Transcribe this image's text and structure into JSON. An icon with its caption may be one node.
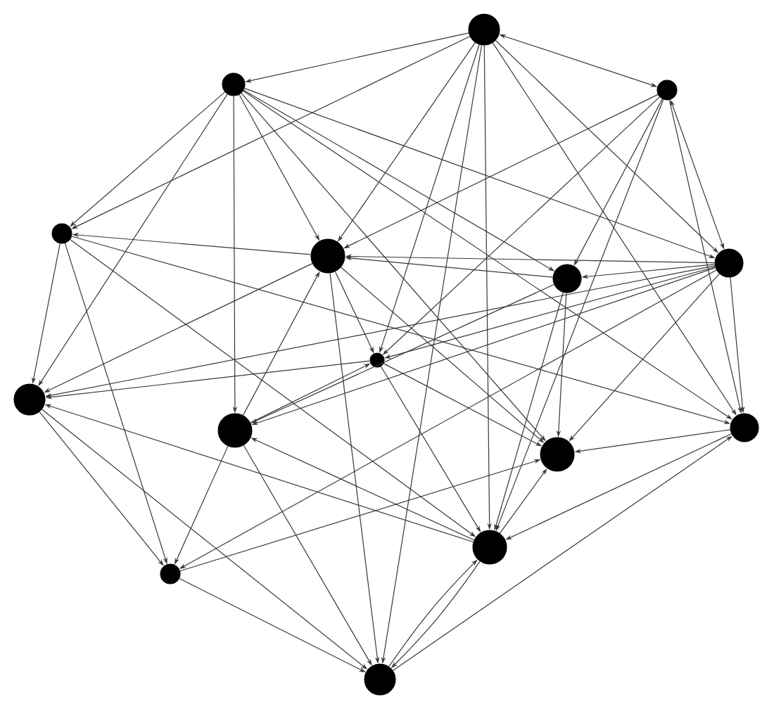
{
  "diagram": {
    "nodes": [
      {
        "text": [],
        "shape": "circle"
      },
      {
        "text": [],
        "shape": "circle"
      },
      {
        "text": [],
        "shape": "circle"
      },
      {
        "text": [],
        "shape": "circle"
      },
      {
        "text": [],
        "shape": "circle"
      },
      {
        "text": [],
        "shape": "circle"
      },
      {
        "text": [],
        "shape": "circle"
      },
      {
        "text": [],
        "shape": "circle"
      },
      {
        "text": [],
        "shape": "circle"
      },
      {
        "text": [],
        "shape": "circle"
      },
      {
        "text": [],
        "shape": "circle"
      },
      {
        "text": [],
        "shape": "circle"
      },
      {
        "text": [],
        "shape": "circle"
      },
      {
        "text": [],
        "shape": "circle"
      },
      {
        "text": [],
        "shape": "circle"
      }
    ],
    "edges": [
      {
        "from": 0,
        "to": 1,
        "arrow": "to"
      },
      {
        "from": 0,
        "to": 3,
        "arrow": "to"
      },
      {
        "from": 0,
        "to": 2,
        "arrow": "both"
      },
      {
        "from": 0,
        "to": 5,
        "arrow": "to"
      },
      {
        "from": 0,
        "to": 9,
        "arrow": "to"
      },
      {
        "from": 0,
        "to": 12,
        "arrow": "to"
      },
      {
        "from": 0,
        "to": 4,
        "arrow": "to"
      },
      {
        "from": 0,
        "to": 14,
        "arrow": "to"
      },
      {
        "from": 0,
        "to": 7,
        "arrow": "to"
      },
      {
        "from": 1,
        "to": 3,
        "arrow": "to"
      },
      {
        "from": 1,
        "to": 8,
        "arrow": "to"
      },
      {
        "from": 1,
        "to": 10,
        "arrow": "to"
      },
      {
        "from": 1,
        "to": 4,
        "arrow": "to"
      },
      {
        "from": 1,
        "to": 5,
        "arrow": "to"
      },
      {
        "from": 1,
        "to": 6,
        "arrow": "to"
      },
      {
        "from": 1,
        "to": 9,
        "arrow": "to"
      },
      {
        "from": 1,
        "to": 11,
        "arrow": "to"
      },
      {
        "from": 2,
        "to": 6,
        "arrow": "to"
      },
      {
        "from": 2,
        "to": 5,
        "arrow": "both"
      },
      {
        "from": 2,
        "to": 9,
        "arrow": "to"
      },
      {
        "from": 2,
        "to": 4,
        "arrow": "to"
      },
      {
        "from": 2,
        "to": 7,
        "arrow": "to"
      },
      {
        "from": 2,
        "to": 12,
        "arrow": "to"
      },
      {
        "from": 3,
        "to": 8,
        "arrow": "to"
      },
      {
        "from": 3,
        "to": 13,
        "arrow": "to"
      },
      {
        "from": 4,
        "to": 3,
        "arrow": "to"
      },
      {
        "from": 3,
        "to": 9,
        "arrow": "to"
      },
      {
        "from": 3,
        "to": 12,
        "arrow": "to"
      },
      {
        "from": 4,
        "to": 8,
        "arrow": "to"
      },
      {
        "from": 4,
        "to": 7,
        "arrow": "to"
      },
      {
        "from": 10,
        "to": 4,
        "arrow": "to"
      },
      {
        "from": 4,
        "to": 14,
        "arrow": "to"
      },
      {
        "from": 6,
        "to": 4,
        "arrow": "to"
      },
      {
        "from": 5,
        "to": 4,
        "arrow": "to"
      },
      {
        "from": 4,
        "to": 11,
        "arrow": "to"
      },
      {
        "from": 5,
        "to": 6,
        "arrow": "to"
      },
      {
        "from": 5,
        "to": 9,
        "arrow": "to"
      },
      {
        "from": 5,
        "to": 11,
        "arrow": "to"
      },
      {
        "from": 5,
        "to": 8,
        "arrow": "to"
      },
      {
        "from": 5,
        "to": 7,
        "arrow": "to"
      },
      {
        "from": 5,
        "to": 10,
        "arrow": "to"
      },
      {
        "from": 5,
        "to": 13,
        "arrow": "to"
      },
      {
        "from": 6,
        "to": 11,
        "arrow": "to"
      },
      {
        "from": 6,
        "to": 12,
        "arrow": "to"
      },
      {
        "from": 6,
        "to": 10,
        "arrow": "to"
      },
      {
        "from": 7,
        "to": 8,
        "arrow": "to"
      },
      {
        "from": 10,
        "to": 7,
        "arrow": "to"
      },
      {
        "from": 7,
        "to": 11,
        "arrow": "to"
      },
      {
        "from": 7,
        "to": 12,
        "arrow": "to"
      },
      {
        "from": 12,
        "to": 8,
        "arrow": "to"
      },
      {
        "from": 8,
        "to": 13,
        "arrow": "to"
      },
      {
        "from": 8,
        "to": 14,
        "arrow": "to"
      },
      {
        "from": 10,
        "to": 13,
        "arrow": "to"
      },
      {
        "from": 10,
        "to": 14,
        "arrow": "to"
      },
      {
        "from": 12,
        "to": 10,
        "arrow": "to"
      },
      {
        "from": 9,
        "to": 11,
        "arrow": "to"
      },
      {
        "from": 9,
        "to": 12,
        "arrow": "to"
      },
      {
        "from": 14,
        "to": 9,
        "arrow": "to"
      },
      {
        "from": 12,
        "to": 11,
        "arrow": "to"
      },
      {
        "from": 13,
        "to": 11,
        "arrow": "to"
      },
      {
        "from": 13,
        "to": 14,
        "arrow": "to"
      },
      {
        "from": 12,
        "to": 14,
        "arrow": "to"
      },
      {
        "from": 14,
        "to": 12,
        "arrow": "to"
      }
    ]
  }
}
